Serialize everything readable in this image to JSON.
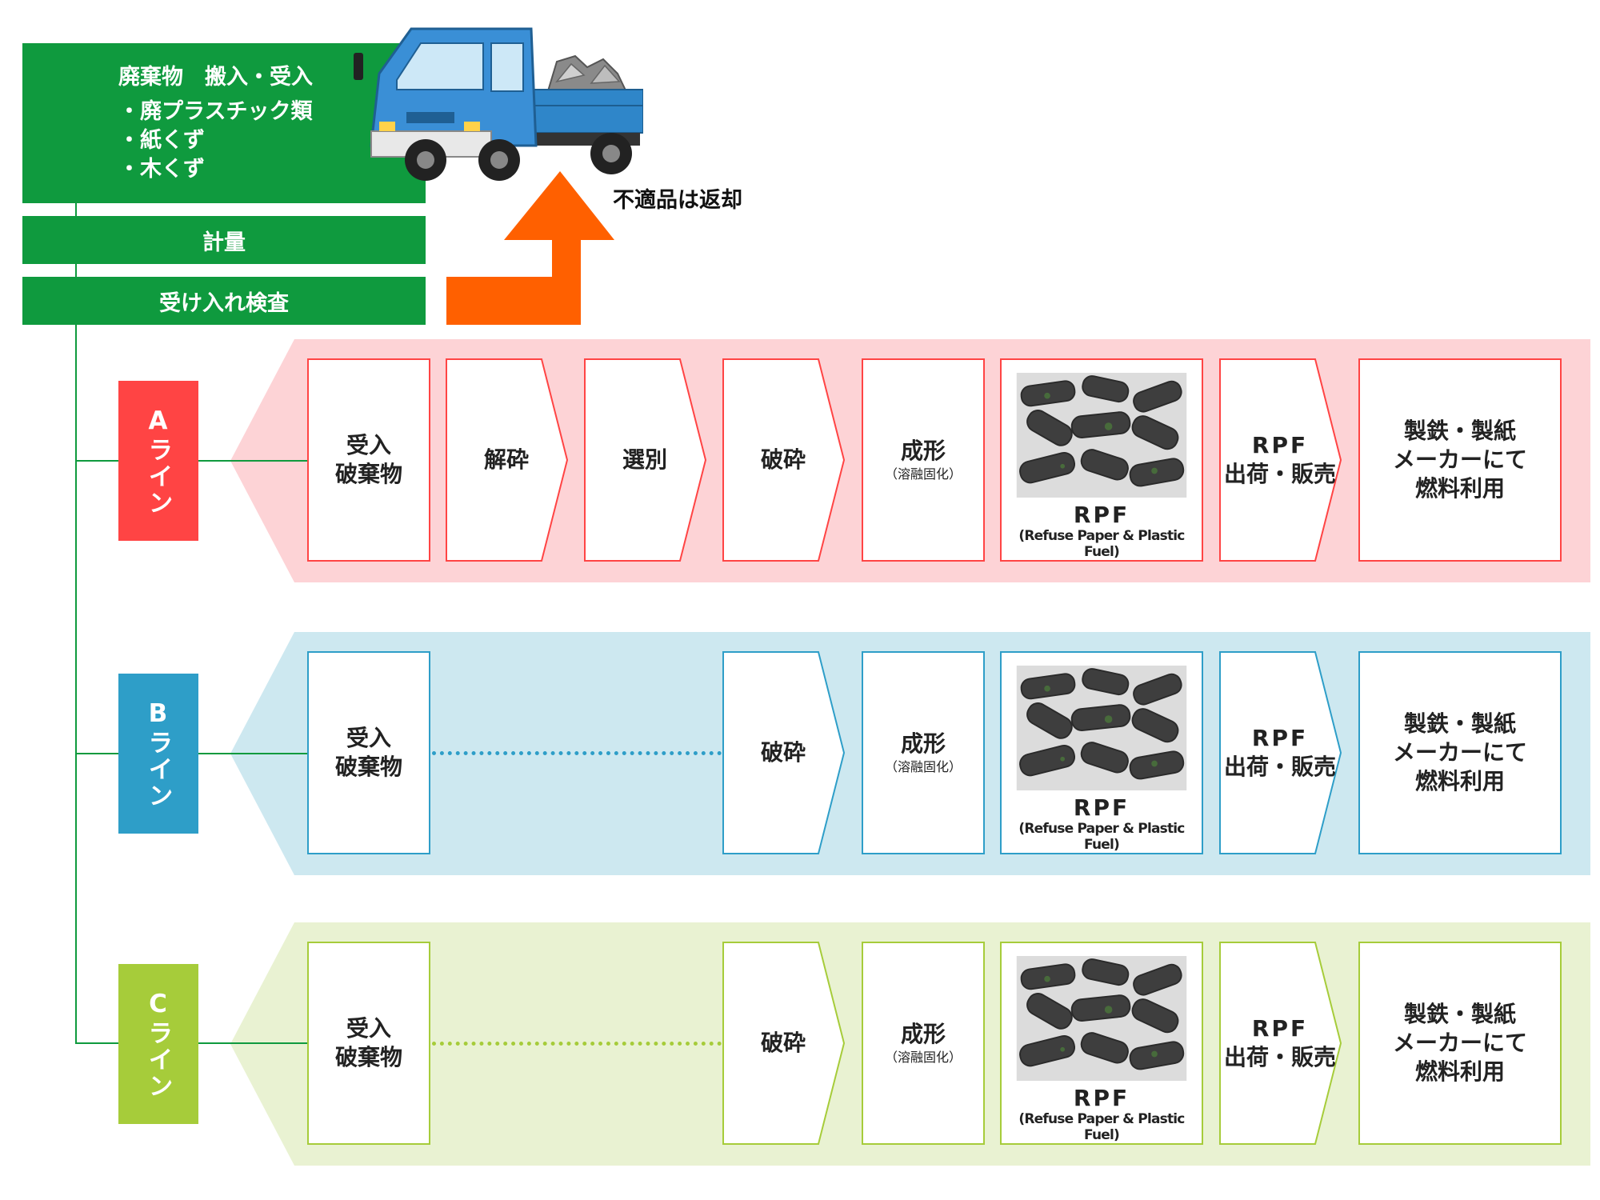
{
  "header": {
    "title": "廃棄物　搬入・受入",
    "items": [
      "・廃プラスチック類",
      "・紙くず",
      "・木くず"
    ],
    "weighing": "計量",
    "inspection": "受け入れ検査"
  },
  "reject_label": "不適品は返却",
  "colors": {
    "green": "#0f9a3e",
    "orange": "#ff6000",
    "line_a": "#ff4444",
    "line_a_bg": "#fdd3d6",
    "line_b": "#2e9ec8",
    "line_b_bg": "#cde8f0",
    "line_c": "#a6cc3a",
    "line_c_bg": "#e9f2d2"
  },
  "steps": {
    "receive": [
      "受入",
      "破棄物"
    ],
    "crush1": "解砕",
    "sort": "選別",
    "crush2": "破砕",
    "form": "成形",
    "form_sub": "（溶融固化）",
    "rpf_caption": "RPF",
    "rpf_caption_sub": "(Refuse Paper & Plastic Fuel)",
    "ship": [
      "RPF",
      "出荷・販売"
    ],
    "use": [
      "製鉄・製紙",
      "メーカーにて",
      "燃料利用"
    ]
  },
  "lines": [
    {
      "label": "Aライン",
      "color": "#ff4444",
      "bg": "#fdd3d6"
    },
    {
      "label": "Bライン",
      "color": "#2e9ec8",
      "bg": "#cde8f0"
    },
    {
      "label": "Cライン",
      "color": "#a6cc3a",
      "bg": "#e9f2d2"
    }
  ]
}
